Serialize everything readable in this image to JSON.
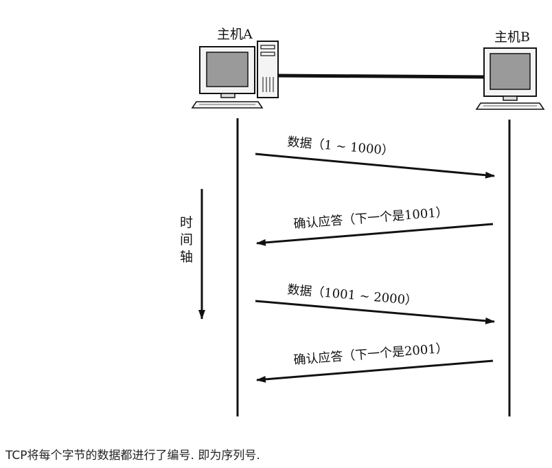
{
  "hosts": {
    "a": "主机A",
    "b": "主机B"
  },
  "time_axis": [
    "时",
    "间",
    "轴"
  ],
  "messages": [
    {
      "label": "数据（1 ~ 1000）",
      "direction": "A-to-B"
    },
    {
      "label": "确认应答（下一个是1001）",
      "direction": "B-to-A"
    },
    {
      "label": "数据（1001 ~ 2000）",
      "direction": "A-to-B"
    },
    {
      "label": "确认应答（下一个是2001）",
      "direction": "B-to-A"
    }
  ],
  "caption": "TCP将每个字节的数据都进行了编号. 即为序列号.",
  "colors": {
    "line": "#111111",
    "screen": "#9a9a9a",
    "case": "#f2f2f2"
  }
}
